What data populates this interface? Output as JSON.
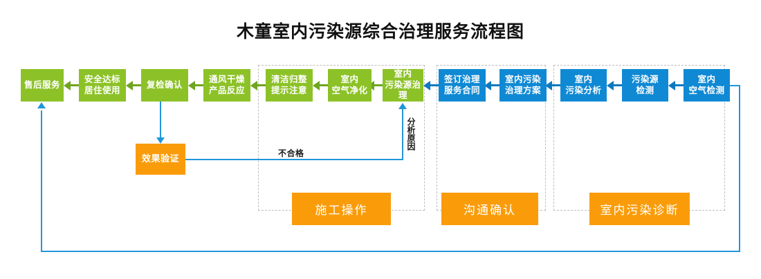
{
  "title": "木童室内污染源综合治理服务流程图",
  "colors": {
    "green": "#8CC227",
    "blue": "#1089D4",
    "orange": "#FA9C0A",
    "connector_blue": "#2196D9",
    "arrow_green": "#6FA520",
    "arrow_blue": "#0E79BF",
    "group_border": "#bdbdbd",
    "text_light": "#ffffff",
    "text_dark": "#111111"
  },
  "nodes": {
    "green_row": [
      {
        "id": "after-sales-service",
        "label": "售后服务"
      },
      {
        "id": "safe-standard-living",
        "label": "安全达标\n居住使用"
      },
      {
        "id": "recheck-confirm",
        "label": "复检确认"
      },
      {
        "id": "ventilate-dry-product-reaction",
        "label": "通风干燥\n产品反应"
      },
      {
        "id": "clean-tidy-notice",
        "label": "清洁归整\n提示注意"
      },
      {
        "id": "indoor-air-purification",
        "label": "室内\n空气净化"
      },
      {
        "id": "indoor-pollution-source-treatment",
        "label": "室内\n污染源治理"
      }
    ],
    "blue_row": [
      {
        "id": "sign-treatment-service-contract",
        "label": "签订治理\n服务合同"
      },
      {
        "id": "indoor-pollution-treatment-plan",
        "label": "室内污染\n治理方案"
      },
      {
        "id": "indoor-pollution-analysis",
        "label": "室内\n污染分析"
      },
      {
        "id": "pollution-source-detection",
        "label": "污染源\n检测"
      },
      {
        "id": "indoor-air-detection",
        "label": "室内\n空气检测"
      }
    ],
    "effect_verification": {
      "id": "effect-verification",
      "label": "效果验证"
    }
  },
  "stages": [
    {
      "id": "construction-operation",
      "label": "施工操作"
    },
    {
      "id": "communication-confirmation",
      "label": "沟通确认"
    },
    {
      "id": "indoor-pollution-diagnosis",
      "label": "室内污染诊断"
    }
  ],
  "edge_labels": {
    "fail": "不合格",
    "analyze_reason": "分析原因"
  }
}
